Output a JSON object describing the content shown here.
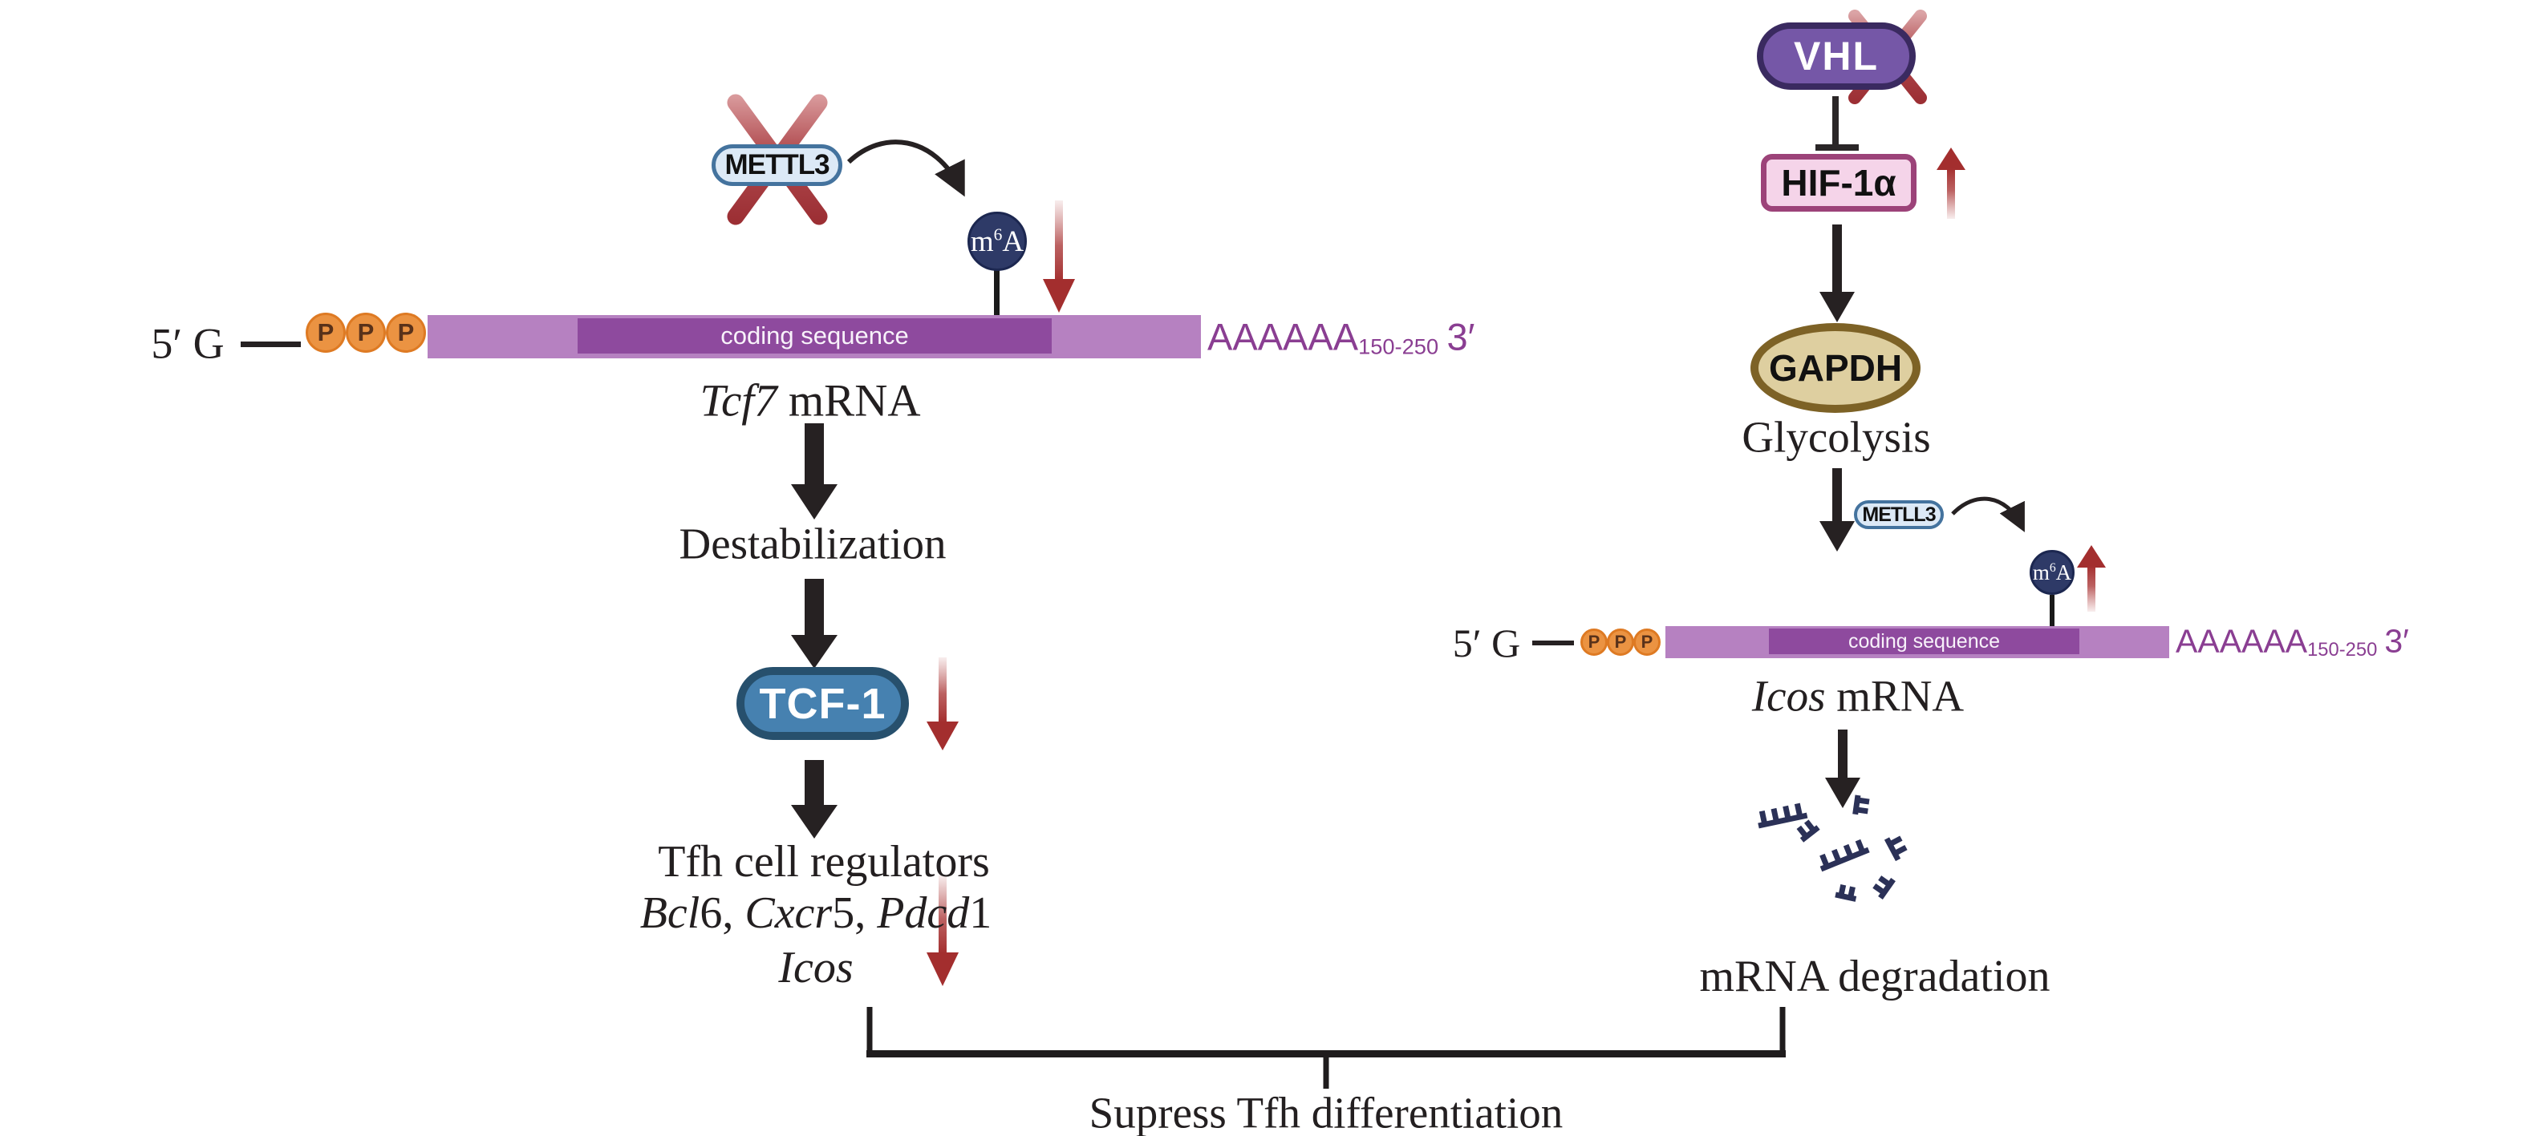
{
  "figure_title": "m6A / METTL3 regulation of Tfh differentiation pathway",
  "colors": {
    "rna_light_purple": "#b681c1",
    "rna_dark_purple": "#8e4a9e",
    "rna_text_purple": "#8a3e92",
    "cap_orange_fill": "#eb9342",
    "cap_orange_border": "#de7a23",
    "m6a_navy": "#2e3a67",
    "red_accent": "#a32e2e",
    "mettl3_fill": "#dce9f6",
    "mettl3_border": "#44739e",
    "tcf1_fill": "#4681b0",
    "tcf1_border": "#27506d",
    "vhl_fill": "#7557a7",
    "vhl_border": "#3a2a60",
    "hif_fill": "#f5d4e9",
    "hif_border": "#9c4379",
    "gapdh_fill": "#decfa0",
    "gapdh_border": "#7d6226",
    "fragment_navy": "#2b3157",
    "arrow_black": "#262122"
  },
  "left": {
    "mettl3_label": "METTL3",
    "m6a": {
      "base": "m",
      "sup": "6",
      "mod": "A"
    },
    "mrna": {
      "five_prime": "5′ G",
      "cap_letter": "P",
      "coding_label": "coding sequence",
      "polya": "AAAAAA",
      "polya_sub": "150-250",
      "three_prime": "3′",
      "gene": "Tcf7",
      "suffix": " mRNA"
    },
    "destabilization_label": "Destabilization",
    "tcf1_label": "TCF-1",
    "regulators": {
      "title": "Tfh cell regulators",
      "g1": "Bcl",
      "d1": "6, ",
      "g2": "Cxcr",
      "d2": "5, ",
      "g3": "Pdcd",
      "d3": "1",
      "g4": "Icos"
    }
  },
  "right": {
    "vhl_label": "VHL",
    "hif_label": "HIF-1α",
    "gapdh_label": "GAPDH",
    "glycolysis_label": "Glycolysis",
    "metll3_label": "METLL3",
    "m6a": {
      "base": "m",
      "sup": "6",
      "mod": "A"
    },
    "mrna": {
      "five_prime": "5′ G",
      "cap_letter": "P",
      "coding_label": "coding sequence",
      "polya": "AAAAAA",
      "polya_sub": "150-250",
      "three_prime": "3′",
      "gene": "Icos",
      "suffix": " mRNA"
    },
    "degradation_label": "mRNA degradation"
  },
  "footer": {
    "conclusion_label": "Supress Tfh differentiation"
  }
}
